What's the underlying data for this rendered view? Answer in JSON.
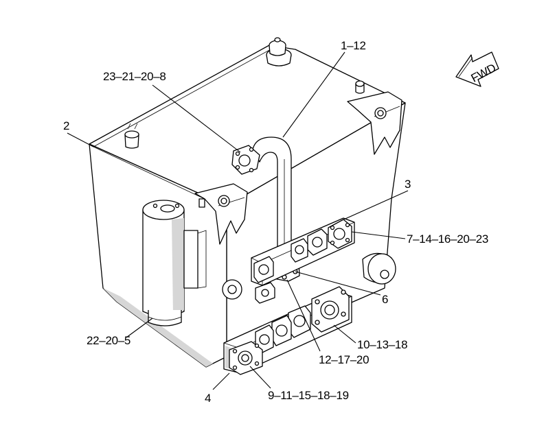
{
  "callouts": {
    "c_1_12": "1–12",
    "c_23_21_20_8": "23–21–20–8",
    "c_2": "2",
    "c_3": "3",
    "c_7_14_16_20_23": "7–14–16–20–23",
    "c_6": "6",
    "c_22_20_5": "22–20–5",
    "c_10_13_18": "10–13–18",
    "c_12_17_20": "12–17–20",
    "c_4": "4",
    "c_9_11_15_18_19": "9–11–15–18–19"
  },
  "direction_arrow": {
    "label": "FWD"
  }
}
